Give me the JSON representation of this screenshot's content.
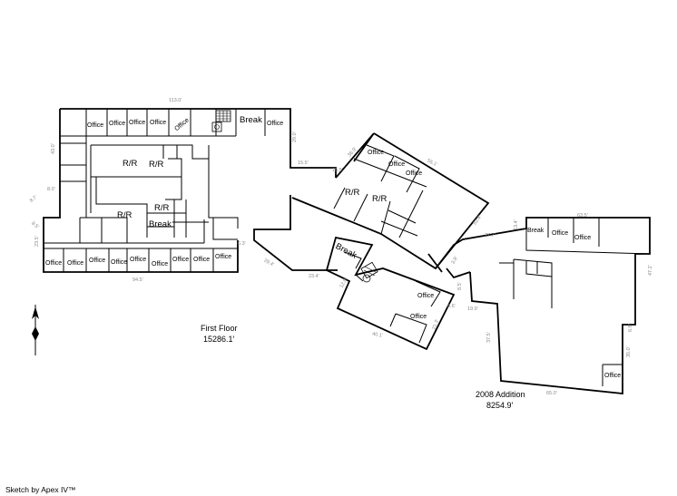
{
  "main_floor": {
    "title": "First Floor",
    "area": "15286.1'"
  },
  "addition": {
    "title": "2008 Addition",
    "area": "8254.9'"
  },
  "credit": "Sketch by Apex IV™",
  "labels": {
    "office": "Office",
    "rr": "R/R",
    "break": "Break"
  },
  "dimensions": {
    "top_width": "113.0'",
    "bottom_width": "94.5'",
    "left_side": "43.0'",
    "d_right": "29.0'",
    "d_15_5a": "15.5'",
    "d_8_0": "8.0'",
    "d_8_7": "8.7'",
    "d_8_5": "8.5'",
    "d_23_5": "23.5'",
    "d_6_3": "6.3'",
    "d_29_4": "29.4'",
    "d_23_4": "23.4'",
    "d_36_9": "36.9'",
    "d_15_5b": "15.5'",
    "d_55_1": "55.1'",
    "d_52_8": "52.8'",
    "d_19_9a": "19.9'",
    "d_3_8": "3.8'",
    "d_27_7": "27.7'",
    "d_13_4": "13.4'",
    "d_63_5": "63.5'",
    "d_47_2": "47.2'",
    "d_5_6": "5.6'",
    "d_19_9b": "19.9'",
    "d_8_5b": "8.5'",
    "d_37_5": "37.5'",
    "d_35_0": "35.0'",
    "d_65_0": "65.0'",
    "d_40_1": "40.1'",
    "d_21_3": "21.3'",
    "d_12_0": "12.0'",
    "d_6_6": "6.6'"
  },
  "icons": [
    "north-arrow-icon",
    "stairs-icon",
    "toilet-icon"
  ]
}
